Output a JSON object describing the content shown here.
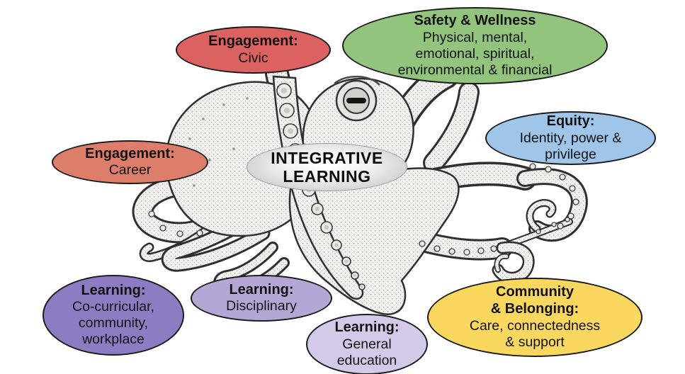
{
  "center_label": {
    "text": "INTEGRATIVE\nLEARNING"
  },
  "illustration": {
    "icon": "octopus-illustration"
  },
  "bubbles": [
    {
      "id": "engagement-civic",
      "title": "Engagement:",
      "body": "Civic",
      "color": "#DC6262"
    },
    {
      "id": "safety-wellness",
      "title": "Safety & Wellness",
      "body": "Physical, mental,\nemotional, spiritual,\nenvironmental & financial",
      "color": "#93C47D"
    },
    {
      "id": "equity",
      "title": "Equity:",
      "body": "Identity, power &\nprivilege",
      "color": "#9FC5E8"
    },
    {
      "id": "engagement-career",
      "title": "Engagement:",
      "body": "Career",
      "color": "#DD7E6B"
    },
    {
      "id": "learning-cocurricular",
      "title": "Learning:",
      "body": "Co-curricular,\ncommunity,\nworkplace",
      "color": "#8E7CC3"
    },
    {
      "id": "learning-disciplinary",
      "title": "Learning:",
      "body": "Disciplinary",
      "color": "#B4A7D6"
    },
    {
      "id": "learning-general",
      "title": "Learning:",
      "body": "General\neducation",
      "color": "#D2CAE8"
    },
    {
      "id": "community-belonging",
      "title": "Community\n& Belonging:",
      "body": "Care, connectedness\n& support",
      "color": "#FAD860"
    }
  ]
}
